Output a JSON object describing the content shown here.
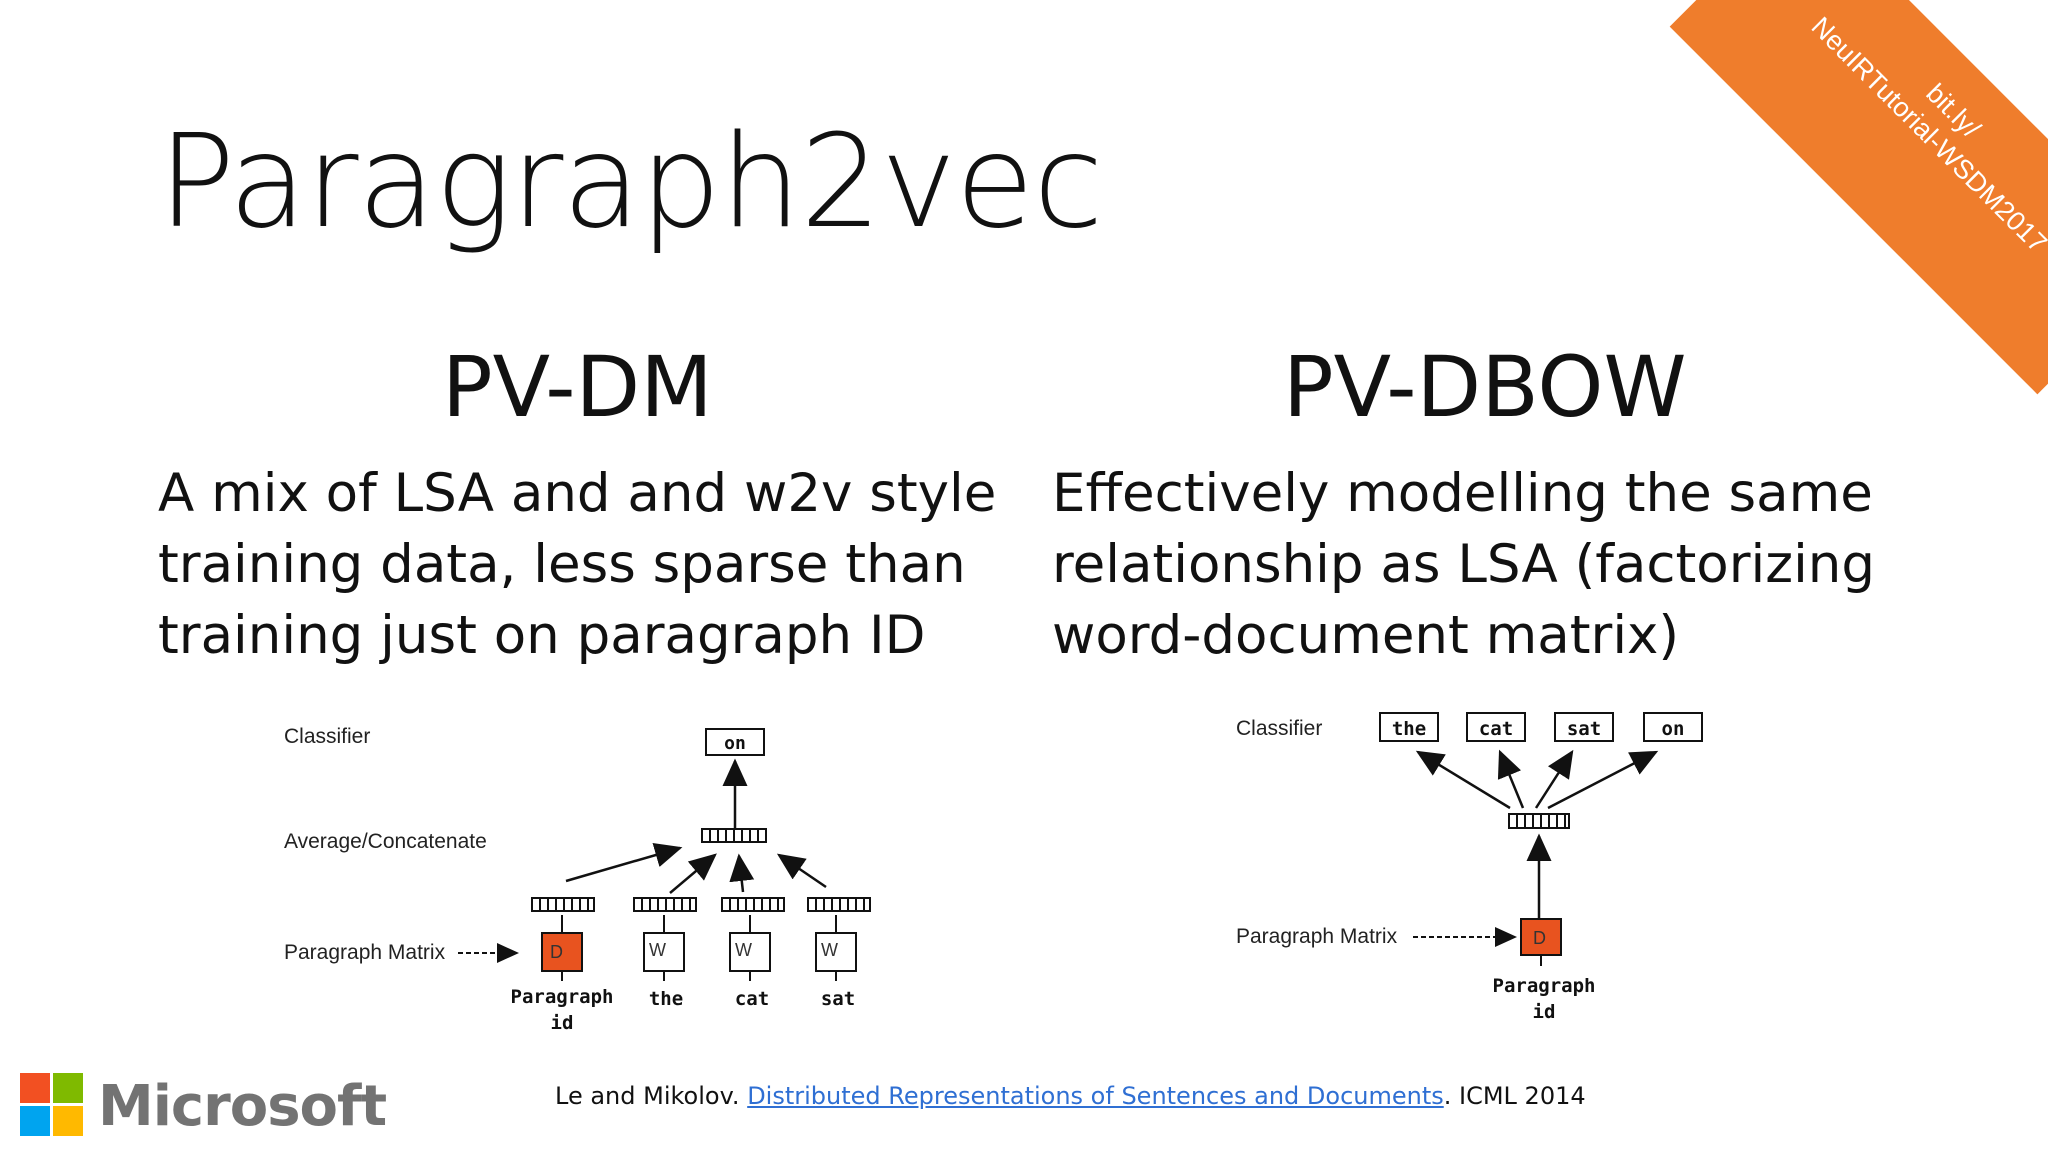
{
  "slide": {
    "title": "Paragraph2vec",
    "ribbon_line1": "bit.ly/",
    "ribbon_line2": "NeuIRTutorial-WSDM2017",
    "ribbon_color": "#ef7d2c"
  },
  "left": {
    "heading": "PV-DM",
    "body": "A mix of LSA and and w2v style\ntraining data, less sparse than\ntraining just on paragraph ID"
  },
  "right": {
    "heading": "PV-DBOW",
    "body": "Effectively modelling the same\nrelationship as LSA (factorizing\nword-document matrix)"
  },
  "pvdm_diagram": {
    "label_classifier": "Classifier",
    "label_average": "Average/Concatenate",
    "label_matrix": "Paragraph Matrix",
    "output_word": "on",
    "d_label": "D",
    "w_label": "W",
    "inputs": [
      "Paragraph",
      "id",
      "the",
      "cat",
      "sat"
    ]
  },
  "pvdbow_diagram": {
    "label_classifier": "Classifier",
    "label_matrix": "Paragraph Matrix",
    "outputs": [
      "the",
      "cat",
      "sat",
      "on"
    ],
    "d_label": "D",
    "input_line1": "Paragraph",
    "input_line2": "id"
  },
  "footer": {
    "brand": "Microsoft",
    "citation_prefix": "Le and Mikolov. ",
    "citation_link": "Distributed Representations of Sentences and Documents",
    "citation_suffix": ". ICML 2014",
    "logo_colors": [
      "#f25022",
      "#7fba00",
      "#00a4ef",
      "#ffb900"
    ],
    "d_box_color": "#e8531f"
  }
}
